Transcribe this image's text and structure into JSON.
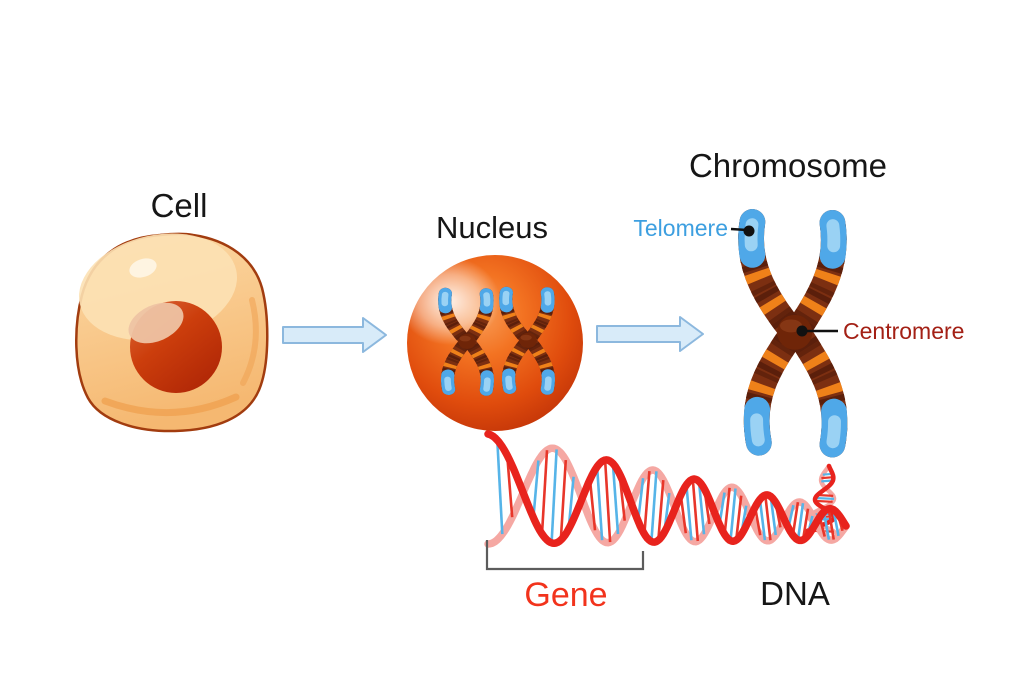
{
  "diagram": {
    "title_labels": {
      "cell": "Cell",
      "nucleus": "Nucleus",
      "chromosome": "Chromosome"
    },
    "callout_labels": {
      "telomere": "Telomere",
      "centromere": "Centromere",
      "gene": "Gene",
      "dna": "DNA"
    },
    "icons": {
      "cell": "cell-illustration",
      "nucleus": "nucleus-sphere-illustration",
      "chromosome": "x-chromosome-illustration",
      "mini_chromosome": "mini-chromosome-icon",
      "arrow": "arrow-right-icon",
      "dna": "dna-double-helix-illustration",
      "gene_bracket": "gene-bracket",
      "telomere_pointer": "telomere-pointer-line",
      "centromere_pointer": "centromere-pointer-line"
    },
    "colors": {
      "background": "#FFFFFF",
      "text_dark": "#161616",
      "telomere_label": "#3D9FE0",
      "centromere_label": "#A32015",
      "gene_label": "#F2331C",
      "arrow_fill": "#D8EBF9",
      "arrow_stroke": "#8CB8DE",
      "cell_body": "#F9C98C",
      "cell_outline": "#A23C0F",
      "cell_nucleus_red": "#C03208",
      "nucleus_sphere_orange": "#E85615",
      "chromosome_brown": "#7C2F11",
      "chromosome_band_dark": "#5B1F0B",
      "chromosome_band_orange": "#EF8119",
      "telomere_cap_blue": "#4FA8E8",
      "dna_strand_front": "#E8231D",
      "dna_strand_back": "#F5A8A3",
      "dna_rung_blue": "#56B4E8",
      "dna_rung_red": "#E8362A",
      "bracket_gray": "#5C5C5C"
    }
  }
}
